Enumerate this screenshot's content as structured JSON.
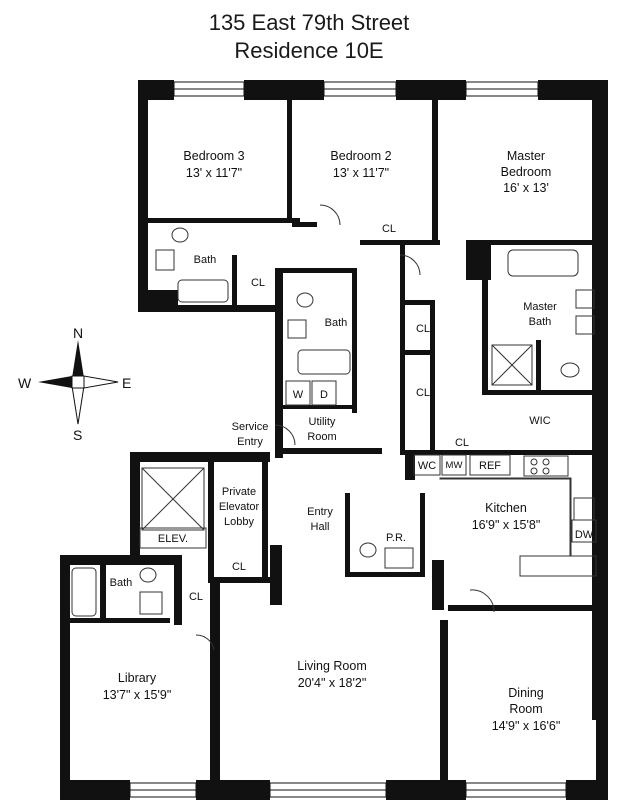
{
  "title": {
    "line1": "135 East 79th Street",
    "line2": "Residence 10E"
  },
  "rooms": {
    "bedroom3": {
      "name": "Bedroom 3",
      "dims": "13' x 11'7\""
    },
    "bedroom2": {
      "name": "Bedroom 2",
      "dims": "13' x 11'7\""
    },
    "master_bedroom": {
      "name1": "Master",
      "name2": "Bedroom",
      "dims": "16' x 13'"
    },
    "master_bath": {
      "name1": "Master",
      "name2": "Bath"
    },
    "bath_left": "Bath",
    "bath_center": "Bath",
    "bath_library": "Bath",
    "kitchen": {
      "name": "Kitchen",
      "dims": "16'9\" x 15'8\""
    },
    "library": {
      "name": "Library",
      "dims": "13'7\" x 15'9\""
    },
    "living_room": {
      "name": "Living Room",
      "dims": "20'4\" x 18'2\""
    },
    "dining_room": {
      "name1": "Dining",
      "name2": "Room",
      "dims": "14'9\" x 16'6\""
    },
    "entry_hall": {
      "name1": "Entry",
      "name2": "Hall"
    },
    "elevator_lobby": {
      "name1": "Private",
      "name2": "Elevator",
      "name3": "Lobby"
    },
    "service_entry": {
      "name1": "Service",
      "name2": "Entry"
    },
    "utility_room": {
      "name1": "Utility",
      "name2": "Room"
    },
    "elev": "ELEV.",
    "powder_room": "P.R.",
    "wic": "WIC"
  },
  "fixtures": {
    "closet": "CL",
    "washer": "W",
    "dryer": "D",
    "wc": "WC",
    "mw": "MW",
    "ref": "REF",
    "dw": "DW"
  },
  "compass": {
    "north": "N",
    "south": "S",
    "east": "E",
    "west": "W"
  }
}
